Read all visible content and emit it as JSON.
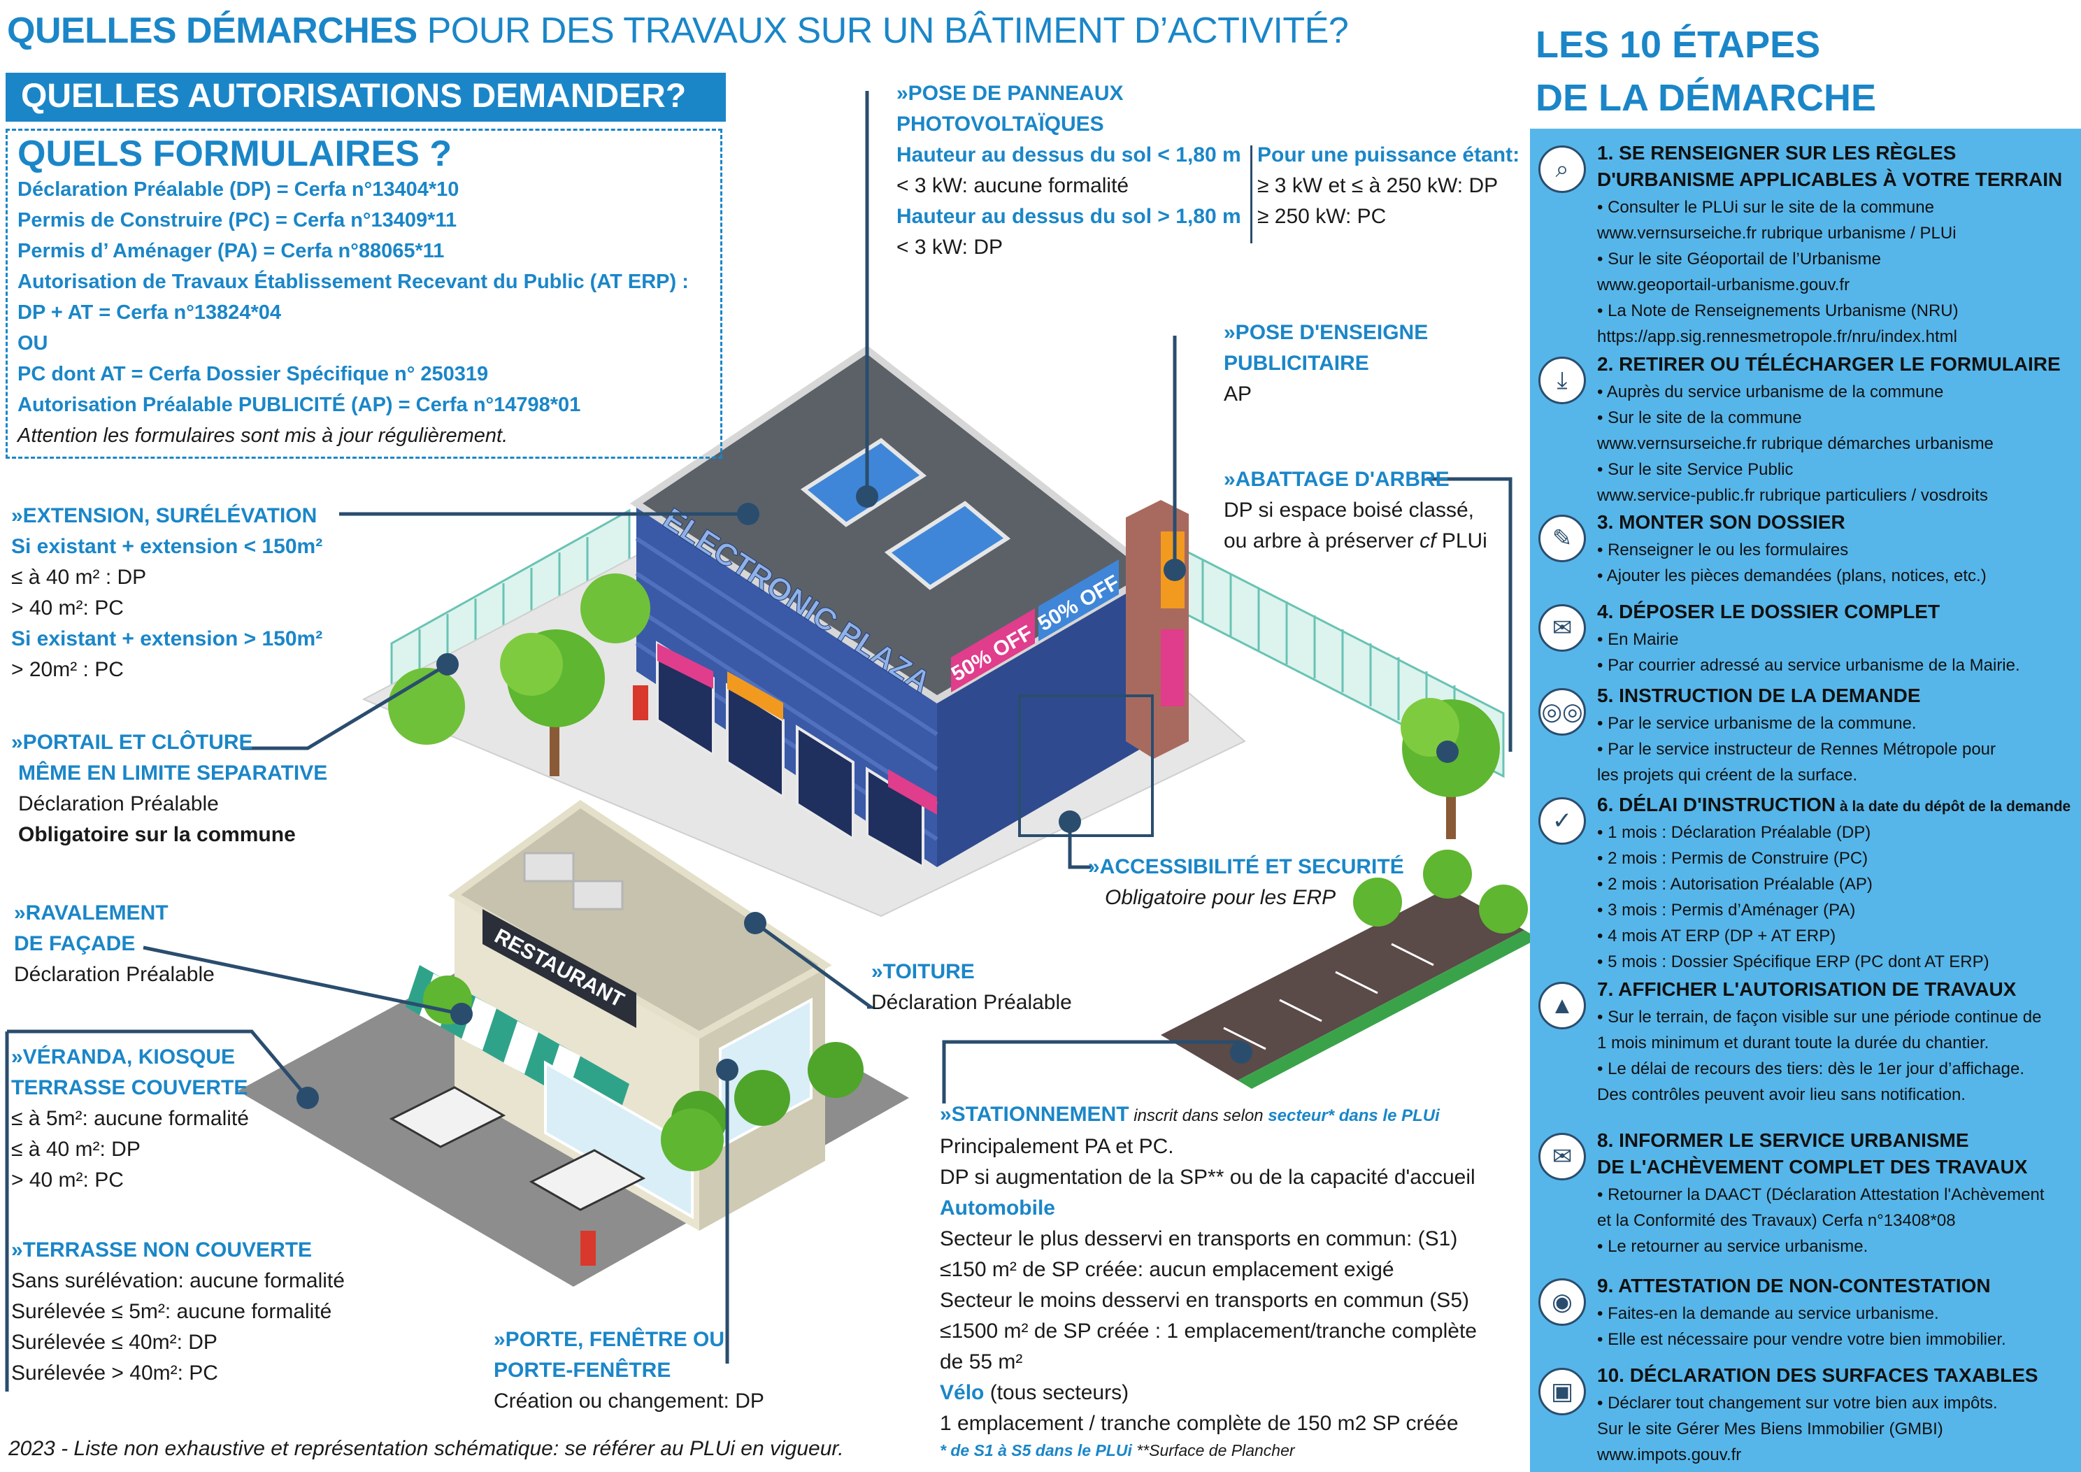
{
  "title": {
    "part1": "QUELLES DÉMARCHES",
    "part2": " POUR DES TRAVAUX SUR UN BÂTIMENT D’ACTIVITÉ?"
  },
  "auth_bar": "QUELLES AUTORISATIONS DEMANDER?",
  "forms": {
    "title": "QUELS FORMULAIRES ?",
    "lines": [
      "Déclaration Préalable (DP) = Cerfa n°13404*10",
      "Permis de Construire (PC) = Cerfa n°13409*11",
      "Permis d’ Aménager (PA) = Cerfa n°88065*11",
      "Autorisation de Travaux Établissement Recevant du Public (AT ERP) :",
      "DP + AT = Cerfa n°13824*04",
      "OU",
      "PC dont  AT = Cerfa Dossier Spécifique n° 250319",
      "Autorisation Préalable PUBLICITÉ (AP) = Cerfa n°14798*01"
    ],
    "note": "Attention les formulaires sont mis à jour régulièrement."
  },
  "annotations": {
    "panneaux": {
      "title1": "»POSE DE PANNEAUX",
      "title2": "PHOTOVOLTAÏQUES",
      "sub1": "Hauteur au dessus du sol < 1,80 m",
      "line1": "< 3 kW: aucune formalité",
      "sub2": "Hauteur au dessus du sol > 1,80 m",
      "line2": "< 3 kW: DP",
      "sub3": "Pour une puissance étant:",
      "line3": "≥ 3 kW et ≤ à 250 kW: DP",
      "line4": "≥ 250 kW: PC"
    },
    "enseigne": {
      "title1": "»POSE D'ENSEIGNE",
      "title2": "PUBLICITAIRE",
      "line1": "AP"
    },
    "arbre": {
      "title": "»ABATTAGE D'ARBRE",
      "line1": "DP si espace boisé classé,",
      "line2a": "ou arbre à préserver ",
      "line2b": "cf",
      "line2c": " PLUi"
    },
    "extension": {
      "title": "»EXTENSION, SURÉLÉVATION",
      "sub1": "Si existant + extension < 150m²",
      "line1": "≤ à 40 m² : DP",
      "line2": "> 40 m²: PC",
      "sub2": "Si existant + extension > 150m²",
      "line3": "> 20m² : PC"
    },
    "portail": {
      "title1": "»PORTAIL ET CLÔTURE",
      "title2": "MÊME EN LIMITE SEPARATIVE",
      "line1": "Déclaration Préalable",
      "line2": "Obligatoire sur la commune"
    },
    "ravalement": {
      "title1": "»RAVALEMENT",
      "title2": "DE FAÇADE",
      "line1": "Déclaration Préalable"
    },
    "toiture": {
      "title": "»TOITURE",
      "line1": "Déclaration Préalable"
    },
    "accessibilite": {
      "title": "»ACCESSIBILITÉ ET SECURITÉ",
      "line1": "Obligatoire pour les ERP"
    },
    "veranda": {
      "title1": "»VÉRANDA, KIOSQUE",
      "title2": "TERRASSE COUVERTE",
      "line1": "≤ à 5m²: aucune formalité",
      "line2": "≤ à 40 m²: DP",
      "line3": "> 40 m²: PC"
    },
    "terrasse": {
      "title": "»TERRASSE NON COUVERTE",
      "line1": "Sans surélévation: aucune formalité",
      "line2": "Surélevée ≤ 5m²: aucune formalité",
      "line3": "Surélevée ≤  40m²: DP",
      "line4": "Surélevée > 40m²: PC"
    },
    "porte": {
      "title1": "»PORTE, FENÊTRE OU",
      "title2": "PORTE-FENÊTRE",
      "line1": "Création ou changement: DP"
    },
    "stationnement": {
      "title": "»STATIONNEMENT",
      "title_note_a": " inscrit dans selon ",
      "title_note_b": "secteur* dans le PLUi",
      "line1": "Principalement PA et PC.",
      "line2": "DP si augmentation de la SP** ou de la capacité d'accueil",
      "sub1": "Automobile",
      "line3": "Secteur le plus desservi en transports en commun: (S1)",
      "line4": "≤150 m² de SP créée: aucun emplacement exigé",
      "line5": "Secteur le moins desservi en transports en commun (S5)",
      "line6": "≤1500 m² de SP créée : 1 emplacement/tranche complète",
      "line7": "de 55 m²",
      "sub2": "Vélo",
      "sub2_rest": " (tous secteurs)",
      "line8": "1 emplacement / tranche complète de 150 m2 SP créée",
      "foot_a": "* de S1 à S5 dans le PLUi",
      "foot_b": "    **Surface de Plancher"
    }
  },
  "scene_labels": {
    "plaza": "ELECTRONIC PLAZA",
    "sale": "50% OFF",
    "restaurant": "RESTAURANT"
  },
  "steps_title": {
    "line1": "LES 10 ÉTAPES",
    "line2": "DE LA DÉMARCHE"
  },
  "steps": [
    {
      "icon": "magnifier-icon",
      "glyph": "⌕",
      "title": "1. SE RENSEIGNER SUR LES RÈGLES",
      "title2": "D'URBANISME APPLICABLES À VOTRE TERRAIN",
      "body": [
        "• Consulter le PLUi sur le site de la commune",
        "www.vernsurseiche.fr rubrique urbanisme / PLUi",
        "• Sur le site Géoportail de l’Urbanisme",
        "www.geoportail-urbanisme.gouv.fr",
        "• La Note de Renseignements Urbanisme (NRU)",
        "https://app.sig.rennesmetropole.fr/nru/index.html"
      ]
    },
    {
      "icon": "download-icon",
      "glyph": "⤓",
      "title": "2. RETIRER OU TÉLÉCHARGER LE FORMULAIRE",
      "body": [
        "• Auprès du service urbanisme de la commune",
        "• Sur le site de la commune",
        "www.vernsurseiche.fr rubrique démarches urbanisme",
        "• Sur le site Service Public",
        "www.service-public.fr rubrique  particuliers / vosdroits"
      ]
    },
    {
      "icon": "pen-icon",
      "glyph": "✎",
      "title": "3. MONTER SON DOSSIER",
      "body": [
        "• Renseigner le  ou les formulaires",
        "• Ajouter les pièces demandées (plans, notices, etc.)"
      ]
    },
    {
      "icon": "envelope-icon",
      "glyph": "✉",
      "title": "4. DÉPOSER LE DOSSIER COMPLET",
      "body": [
        "• En Mairie",
        "• Par courrier adressé au service urbanisme de la Mairie."
      ]
    },
    {
      "icon": "glasses-icon",
      "glyph": "◎◎",
      "title": "5. INSTRUCTION DE LA DEMANDE",
      "body": [
        "• Par le service urbanisme de la commune.",
        "• Par le service instructeur de Rennes Métropole pour",
        "les projets qui créent de la surface."
      ]
    },
    {
      "icon": "check-icon",
      "glyph": "✓",
      "title": "6. DÉLAI D'INSTRUCTION",
      "title_small": " à la date du dépôt de la demande",
      "body": [
        "• 1 mois : Déclaration Préalable (DP)",
        "• 2 mois : Permis de Construire (PC)",
        "• 2 mois : Autorisation Préalable (AP)",
        "• 3 mois : Permis d’Aménager (PA)",
        "• 4 mois AT ERP (DP + AT ERP)",
        "• 5 mois : Dossier Spécifique ERP (PC  dont AT ERP)"
      ]
    },
    {
      "icon": "cone-icon",
      "glyph": "▲",
      "title": "7. AFFICHER L'AUTORISATION DE TRAVAUX",
      "body": [
        "• Sur le terrain, de façon visible sur une période continue de",
        "1 mois minimum et durant toute la durée du chantier.",
        "• Le délai de recours des tiers: dès le 1er jour d’affichage.",
        "Des contrôles peuvent avoir lieu sans notification."
      ]
    },
    {
      "icon": "mail-document-icon",
      "glyph": "✉",
      "title": "8. INFORMER LE SERVICE URBANISME",
      "title2": "DE L'ACHÈVEMENT COMPLET DES TRAVAUX",
      "body": [
        "• Retourner la DAACT (Déclaration Attestation l'Achèvement",
        "et la Conformité des Travaux) Cerfa n°13408*08",
        "• Le retourner au service urbanisme."
      ]
    },
    {
      "icon": "eye-icon",
      "glyph": "◉",
      "title": "9. ATTESTATION DE NON-CONTESTATION",
      "body": [
        "• Faites-en la demande au service urbanisme.",
        "• Elle est nécessaire pour vendre votre bien immobilier."
      ]
    },
    {
      "icon": "briefcase-icon",
      "glyph": "▣",
      "title": "10. DÉCLARATION DES SURFACES TAXABLES",
      "body": [
        "• Déclarer tout changement sur votre bien aux impôts.",
        "Sur le site Gérer Mes Biens Immobilier (GMBI)",
        " www.impots.gouv.fr"
      ]
    }
  ],
  "footer": "2023 - Liste non exhaustive et représentation schématique: se référer au PLUi en vigueur."
}
